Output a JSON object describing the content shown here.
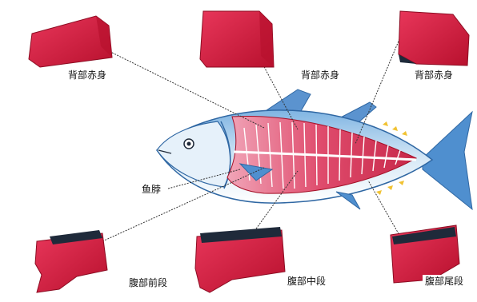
{
  "labels": {
    "back_left": "背部赤身",
    "back_center": "背部赤身",
    "back_right": "背部赤身",
    "neck": "鱼脖",
    "belly_front": "腹部前段",
    "belly_middle": "腹部中段",
    "belly_tail": "腹部尾段"
  },
  "colors": {
    "red_meat": "#d81e3e",
    "red_dark": "#a40f26",
    "fish_blue": "#3a7fc2",
    "fish_light": "#cfe3f4",
    "leader_line": "#333333",
    "skin_dark": "#1f2a3a"
  }
}
